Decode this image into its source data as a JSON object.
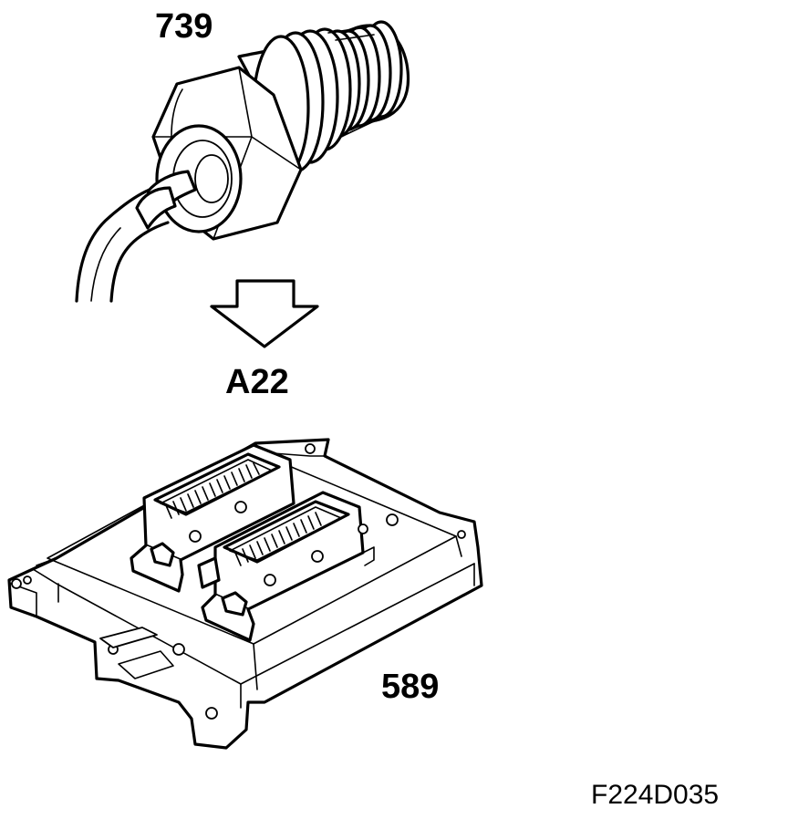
{
  "labels": {
    "sensor_part_number": "739",
    "arrow_ref": "A22",
    "ecu_part_number": "589",
    "figure_id": "F224D035"
  },
  "colors": {
    "line": "#000000",
    "background": "#ffffff"
  }
}
